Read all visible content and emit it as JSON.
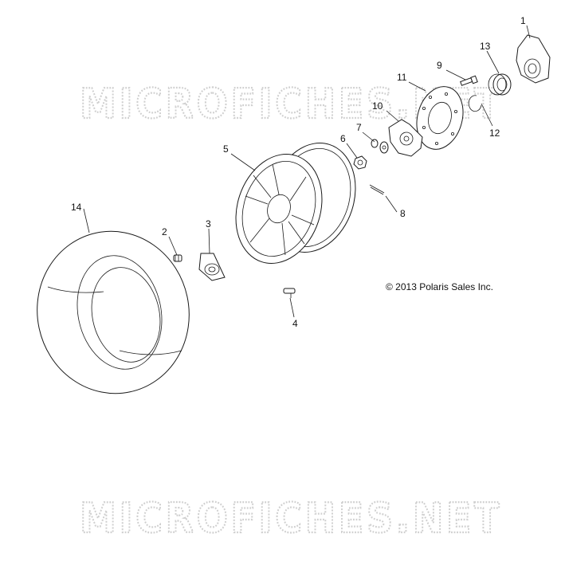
{
  "watermark": {
    "top": "MICROFICHES.NET",
    "bottom": "MICROFICHES.NET"
  },
  "copyright": "© 2013 Polaris Sales Inc.",
  "callouts": [
    "1",
    "2",
    "3",
    "4",
    "5",
    "6",
    "7",
    "8",
    "9",
    "10",
    "11",
    "12",
    "13",
    "14"
  ]
}
